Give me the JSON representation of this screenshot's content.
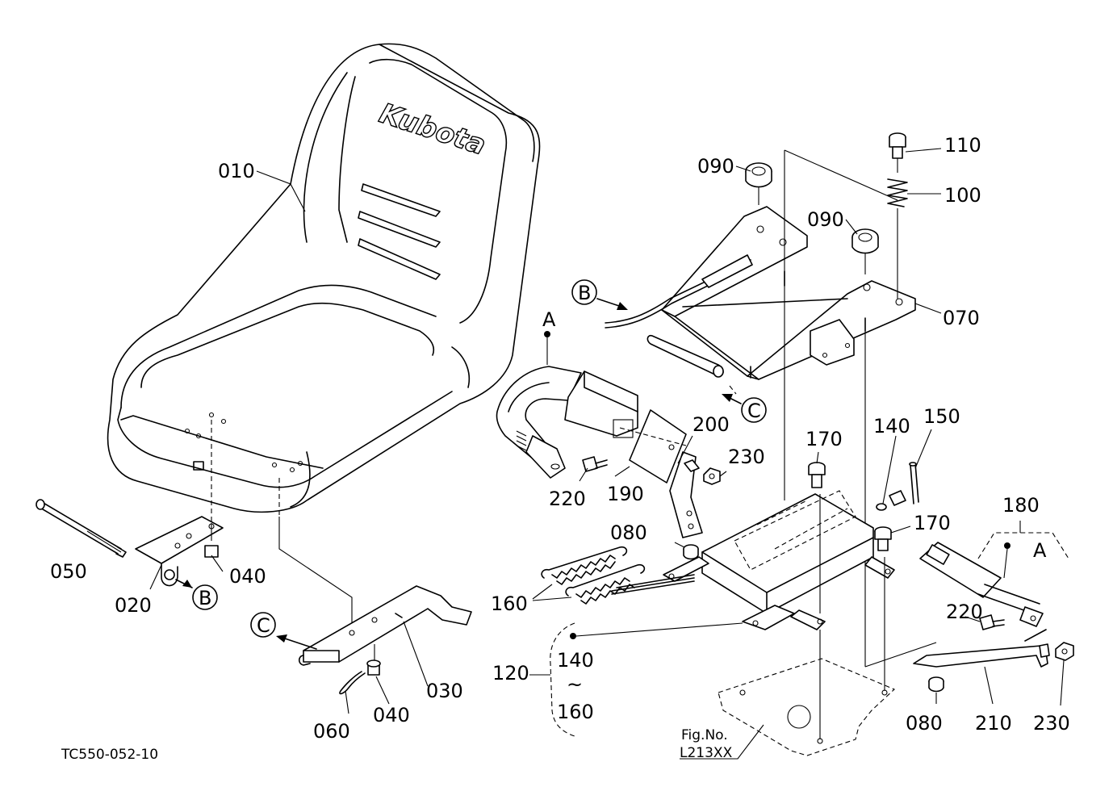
{
  "brand_text": "Kubota",
  "drawing_code": "TC550-052-10",
  "figure_ref": {
    "line1": "Fig.No.",
    "line2": "L213XX"
  },
  "refs": {
    "A": "A",
    "B": "B",
    "C": "C"
  },
  "parts": {
    "p010": "010",
    "p020": "020",
    "p030": "030",
    "p040a": "040",
    "p040b": "040",
    "p050": "050",
    "p060": "060",
    "p070": "070",
    "p080a": "080",
    "p080b": "080",
    "p090a": "090",
    "p090b": "090",
    "p100": "100",
    "p110": "110",
    "p120": "120",
    "p140a": "140",
    "p140b": "140",
    "p150": "150",
    "p160a": "160",
    "p160b": "160",
    "p170a": "170",
    "p170b": "170",
    "p180": "180",
    "p190": "190",
    "p200": "200",
    "p210": "210",
    "p220a": "220",
    "p220b": "220",
    "p230a": "230",
    "p230b": "230",
    "range_sep": "~"
  }
}
